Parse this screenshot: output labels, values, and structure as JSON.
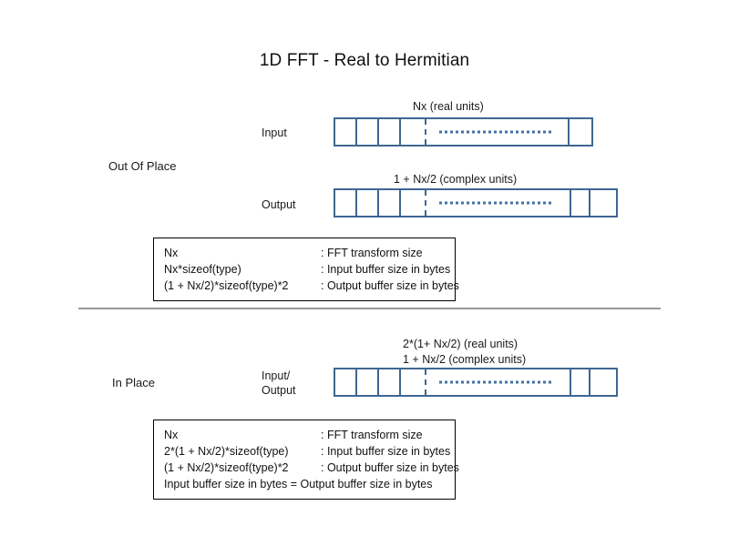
{
  "title": "1D FFT - Real to Hermitian",
  "sections": {
    "out_of_place": {
      "label": "Out Of Place",
      "rows": [
        {
          "port_label": "Input",
          "caption": "Nx (real units)",
          "bar_name": "input-buffer-bar"
        },
        {
          "port_label": "Output",
          "caption": "1 + Nx/2 (complex units)",
          "bar_name": "output-buffer-bar"
        }
      ],
      "legend": [
        {
          "term": "Nx",
          "desc": ": FFT transform size"
        },
        {
          "term": "Nx*sizeof(type)",
          "desc": ": Input buffer size in bytes"
        },
        {
          "term": "(1 + Nx/2)*sizeof(type)*2",
          "desc": ": Output buffer size in bytes"
        }
      ]
    },
    "in_place": {
      "label": "In Place",
      "rows": [
        {
          "port_label_line1": "Input/",
          "port_label_line2": "Output",
          "caption_line1": "2*(1+ Nx/2) (real units)",
          "caption_line2": "1 + Nx/2 (complex units)",
          "bar_name": "inout-buffer-bar"
        }
      ],
      "legend": [
        {
          "term": "Nx",
          "desc": ": FFT transform size"
        },
        {
          "term": "2*(1 + Nx/2)*sizeof(type)",
          "desc": ": Input buffer size in bytes"
        },
        {
          "term": "(1 + Nx/2)*sizeof(type)*2",
          "desc": ": Output buffer size in bytes"
        },
        {
          "term": "Input buffer size in bytes = Output buffer size in bytes",
          "desc": ""
        }
      ]
    }
  },
  "colors": {
    "bar_border": "#3f6691",
    "dot_fill": "#4472a4",
    "divider": "#9a9a9a",
    "legend_border": "#000000",
    "text": "#111111"
  }
}
